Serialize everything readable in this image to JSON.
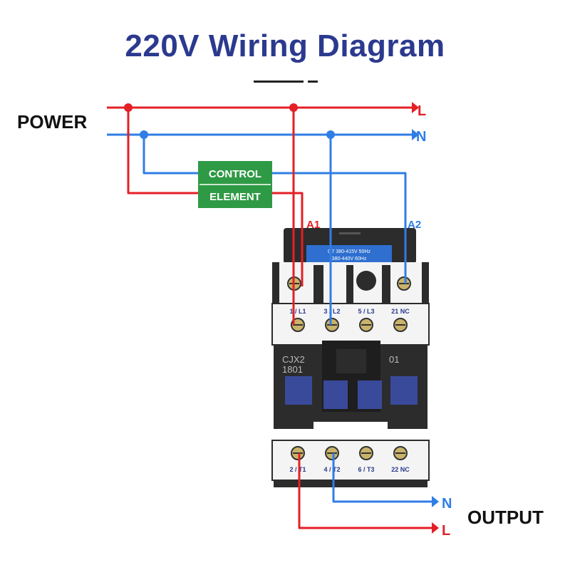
{
  "title": "220V Wiring Diagram",
  "labels": {
    "power": "POWER",
    "output": "OUTPUT",
    "line_top": "L",
    "neutral_top": "N",
    "neutral_out": "N",
    "line_out": "L",
    "a1": "A1",
    "a2": "A2",
    "control_1": "CONTROL",
    "control_2": "ELEMENT"
  },
  "contactor": {
    "model_1": "CJX2",
    "model_2": "1801",
    "config": "01",
    "rating_1": "Q7 380-415V 50Hz",
    "rating_2": "380-440V 60Hz",
    "top_terminals": [
      "1 / L1",
      "3 / L2",
      "5 / L3",
      "21 NC"
    ],
    "bottom_terminals": [
      "2 / T1",
      "4 / T2",
      "6 / T3",
      "22 NC"
    ]
  },
  "colors": {
    "line": "#e41f26",
    "neutral": "#2f7ee6",
    "control_box": "#2f9a45",
    "title": "#2b3a8e",
    "contactor_body": "#2c2c2c",
    "coil_button": "#3a4a9a"
  }
}
